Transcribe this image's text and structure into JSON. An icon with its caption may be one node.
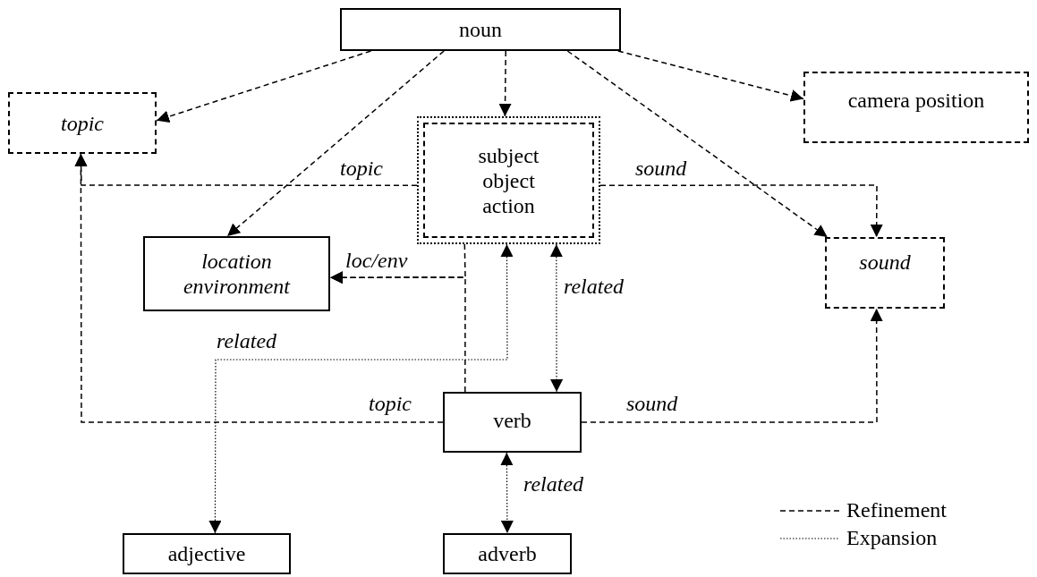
{
  "diagram": {
    "nodes": [
      {
        "text": [
          "noun"
        ]
      },
      {
        "text": [
          "topic"
        ]
      },
      {
        "text": [
          "camera position"
        ]
      },
      {
        "text": [
          "subject object action"
        ]
      },
      {
        "text": [
          "location environment"
        ]
      },
      {
        "text": [
          "sound"
        ]
      },
      {
        "text": [
          "verb"
        ]
      },
      {
        "text": [
          "adjective"
        ]
      },
      {
        "text": [
          "adverb"
        ]
      }
    ],
    "edges": [
      {
        "from": 0,
        "to": 1,
        "arrow": "to",
        "style": "dashed"
      },
      {
        "from": 0,
        "to": 4,
        "arrow": "to",
        "style": "dashed"
      },
      {
        "from": 0,
        "to": 3,
        "arrow": "to",
        "style": "dashed"
      },
      {
        "from": 0,
        "to": 5,
        "arrow": "to",
        "style": "dashed"
      },
      {
        "from": 0,
        "to": 2,
        "arrow": "to",
        "style": "dashed"
      },
      {
        "from": 3,
        "to": 1,
        "arrow": "to",
        "style": "dashed",
        "label": "topic"
      },
      {
        "from": 3,
        "to": 5,
        "arrow": "to",
        "style": "dashed",
        "label": "sound"
      },
      {
        "from": 3,
        "to": 4,
        "arrow": "to",
        "style": "dashed",
        "label": "loc/env"
      },
      {
        "from": 6,
        "to": 4,
        "arrow": "to",
        "style": "dashed"
      },
      {
        "from": 3,
        "to": 7,
        "arrow": "both",
        "label": "related"
      },
      {
        "from": 3,
        "to": 6,
        "arrow": "both",
        "label": "related"
      },
      {
        "from": 6,
        "to": 1,
        "arrow": "to",
        "style": "dashed",
        "label": "topic"
      },
      {
        "from": 6,
        "to": 5,
        "arrow": "to",
        "style": "dashed",
        "label": "sound"
      },
      {
        "from": 6,
        "to": 8,
        "arrow": "both",
        "label": "related"
      }
    ],
    "legend": [
      {
        "text": "Refinement"
      },
      {
        "text": "Expansion"
      }
    ]
  }
}
